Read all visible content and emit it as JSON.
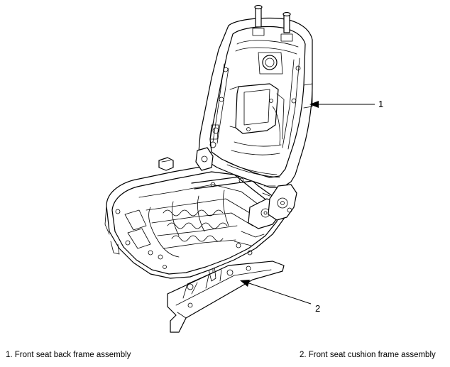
{
  "callouts": [
    {
      "number": "1"
    },
    {
      "number": "2"
    }
  ],
  "legend": [
    {
      "text": "1. Front seat back frame assembly"
    },
    {
      "text": "2. Front seat cushion frame assembly"
    }
  ]
}
